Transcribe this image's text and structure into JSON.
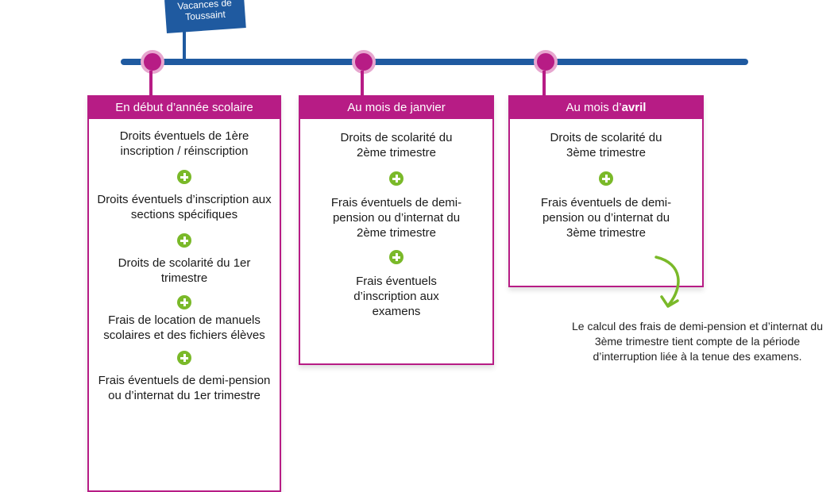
{
  "flag": {
    "line1": "Vacances de",
    "line2": "Toussaint"
  },
  "cards": [
    {
      "header": "En début d’année scolaire",
      "items": [
        "Droits éventuels de 1ère inscription / réinscription",
        "Droits éventuels d’inscription aux sections spécifiques",
        "Droits de scolarité du 1er trimestre",
        "Frais de location de manuels scolaires et des fichiers élèves",
        "Frais éventuels de demi-pension ou d’internat du 1er trimestre"
      ]
    },
    {
      "header": "Au mois de janvier",
      "items": [
        "Droits de scolarité du 2ème trimestre",
        "Frais éventuels de demi-pension ou d’internat du 2ème trimestre",
        "Frais éventuels d’inscription aux examens"
      ]
    },
    {
      "header_prefix": "Au mois d’",
      "header_bold": "avril",
      "items": [
        "Droits de scolarité du 3ème trimestre",
        "Frais éventuels de demi-pension ou d’internat du 3ème trimestre"
      ]
    }
  ],
  "note": "Le calcul des frais de demi-pension et d’internat du 3ème trimestre tient compte de la période d’interruption liée à la tenue des examens.",
  "colors": {
    "timeline": "#1f5aa0",
    "accent": "#b71c85",
    "plus": "#7ab929"
  }
}
